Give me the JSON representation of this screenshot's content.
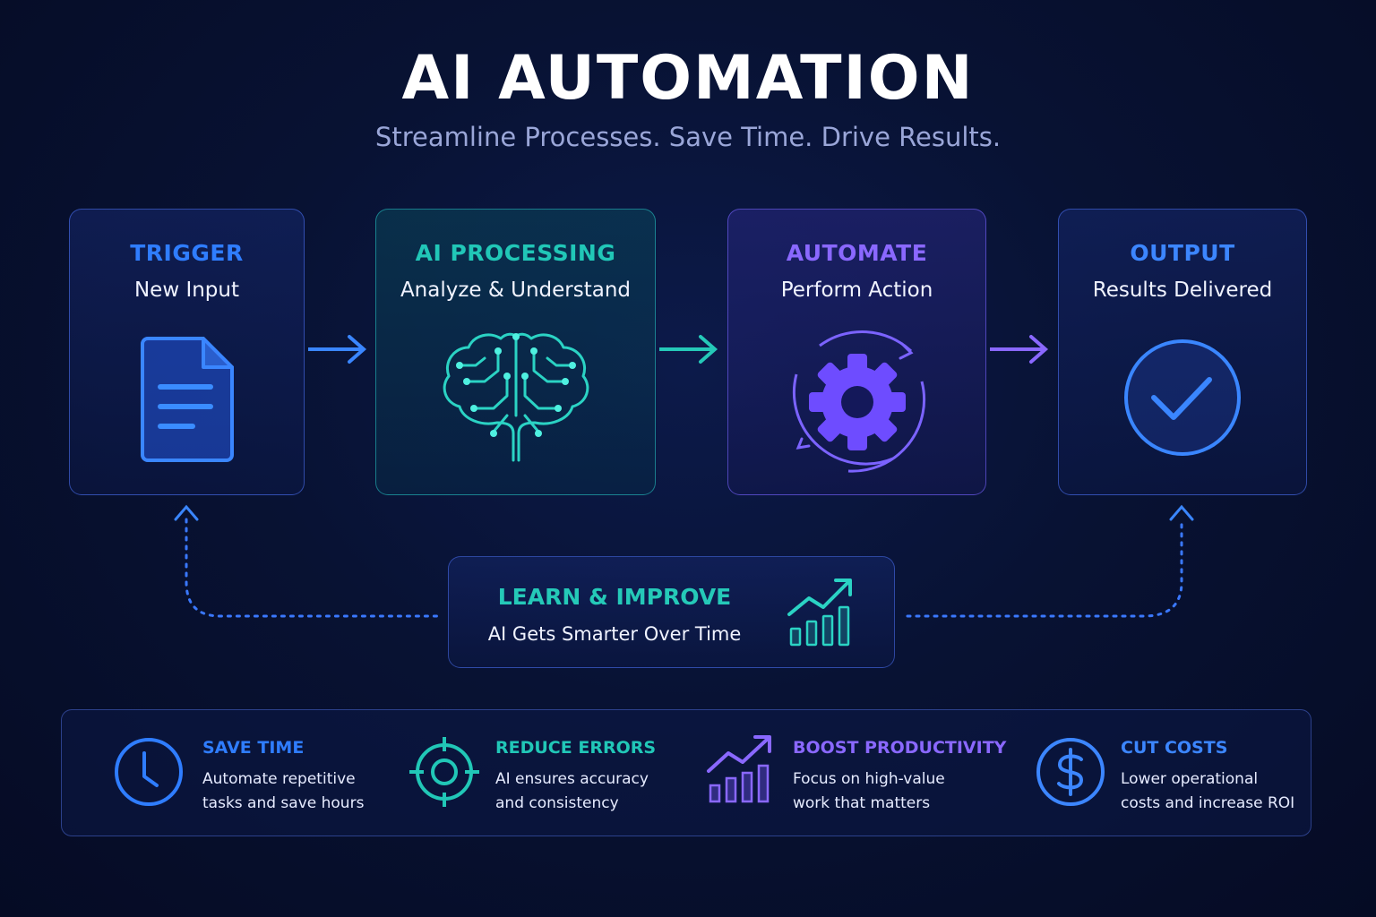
{
  "header": {
    "title": "AI AUTOMATION",
    "subtitle": "Streamline Processes. Save Time. Drive Results."
  },
  "steps": [
    {
      "title": "TRIGGER",
      "subtitle": "New Input",
      "color": "#2f7dff",
      "icon": "document-icon"
    },
    {
      "title": "AI PROCESSING",
      "subtitle": "Analyze & Understand",
      "color": "#21c7b7",
      "icon": "brain-icon"
    },
    {
      "title": "AUTOMATE",
      "subtitle": "Perform Action",
      "color": "#8a68ff",
      "icon": "gear-cycle-icon"
    },
    {
      "title": "OUTPUT",
      "subtitle": "Results Delivered",
      "color": "#3c86ff",
      "icon": "check-circle-icon"
    }
  ],
  "learn": {
    "title": "LEARN & IMPROVE",
    "subtitle": "AI Gets Smarter Over Time",
    "icon": "growth-chart-icon"
  },
  "benefits": [
    {
      "title": "SAVE TIME",
      "line1": "Automate repetitive",
      "line2": "tasks and save hours",
      "color": "#2f7dff",
      "icon": "clock-icon"
    },
    {
      "title": "REDUCE ERRORS",
      "line1": "AI ensures accuracy",
      "line2": "and consistency",
      "color": "#21c7b7",
      "icon": "target-icon"
    },
    {
      "title": "BOOST PRODUCTIVITY",
      "line1": "Focus on high-value",
      "line2": "work that matters",
      "color": "#8a68ff",
      "icon": "bar-growth-icon"
    },
    {
      "title": "CUT COSTS",
      "line1": "Lower operational",
      "line2": "costs and increase ROI",
      "color": "#3c86ff",
      "icon": "dollar-icon"
    }
  ]
}
